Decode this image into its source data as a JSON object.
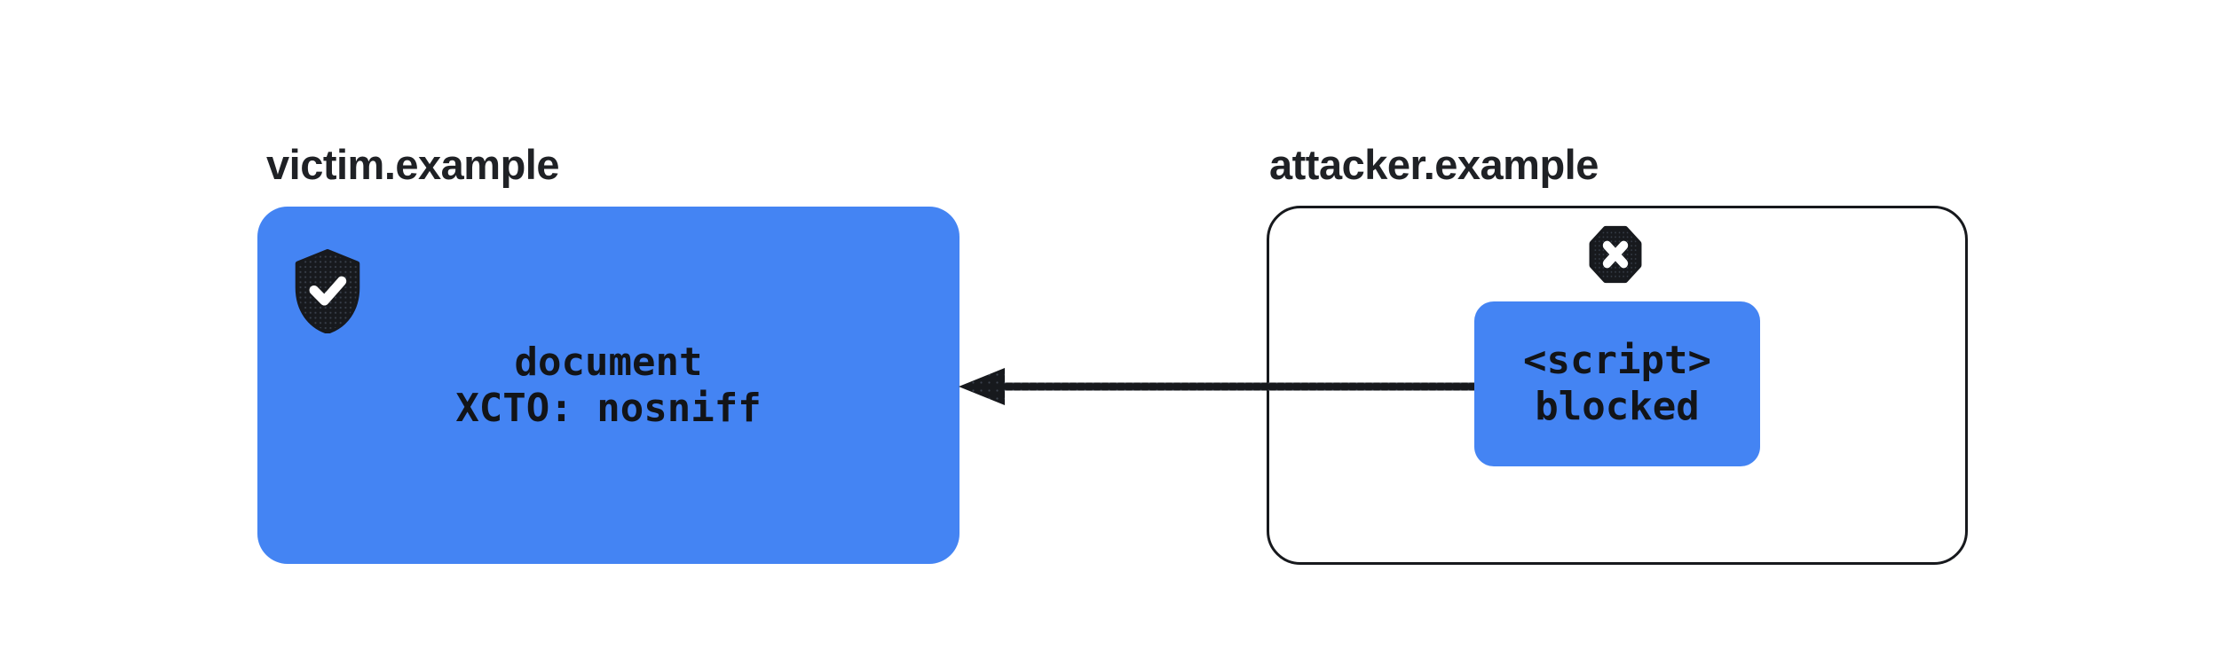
{
  "victim": {
    "label": "victim.example",
    "card_lines": [
      "document",
      "XCTO: nosniff"
    ]
  },
  "attacker": {
    "label": "attacker.example",
    "script_lines": [
      "<script>",
      "blocked"
    ]
  },
  "icons": {
    "victim_badge": "shield-check-icon",
    "attacker_badge": "octagon-x-icon",
    "arrow": "left-arrow"
  },
  "colors": {
    "accent_blue": "#4484F3",
    "icon_dark": "#17191D",
    "label_dark": "#1F2125",
    "text_dark": "#121418",
    "background": "#FFFFFF"
  }
}
